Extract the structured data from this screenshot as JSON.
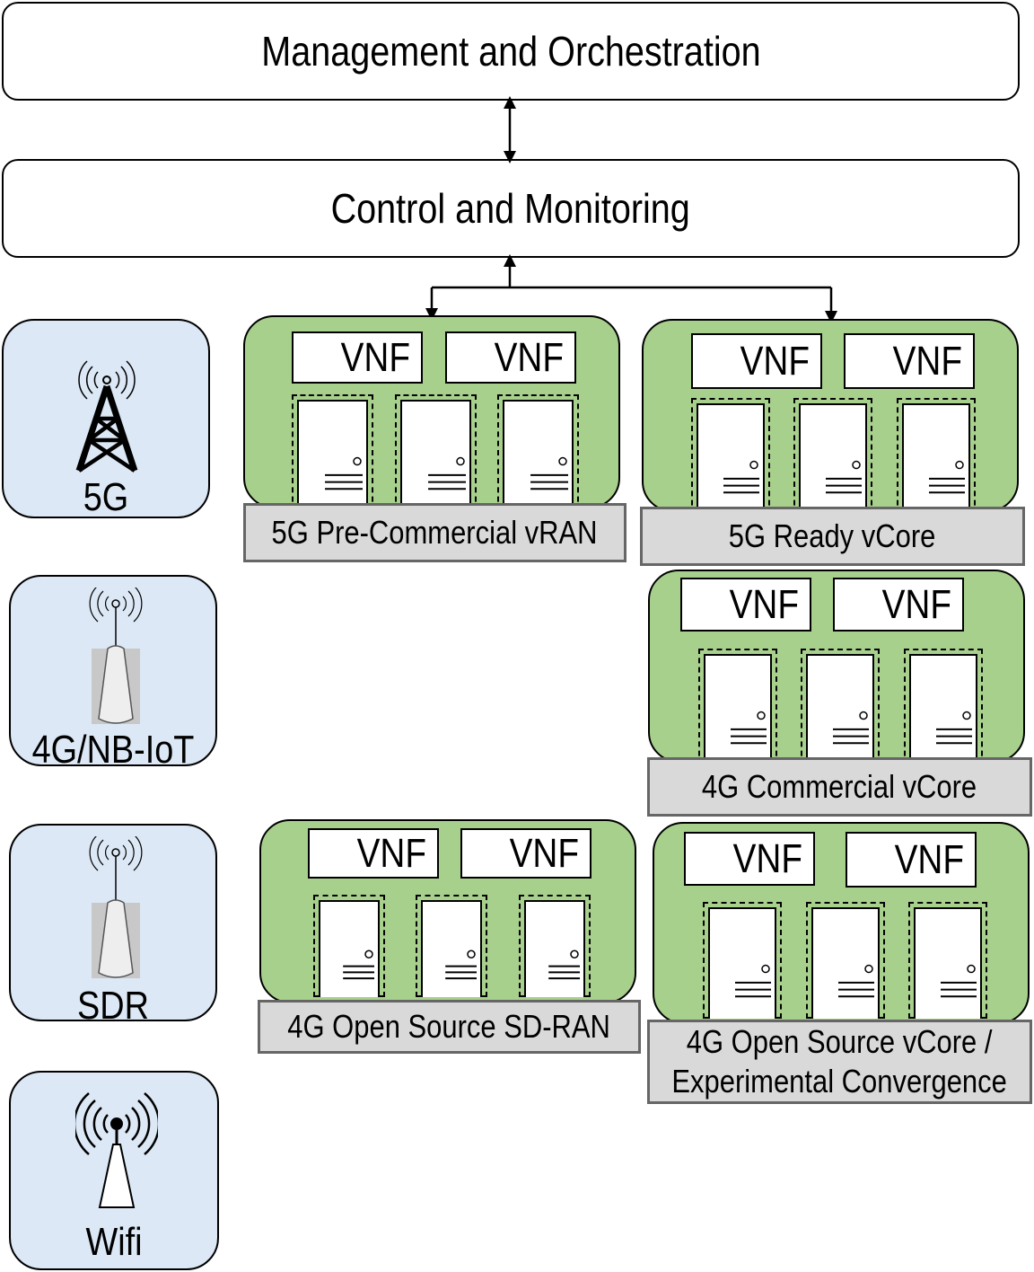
{
  "layers": {
    "management": "Management and Orchestration",
    "control": "Control and Monitoring"
  },
  "technologies": [
    {
      "id": "5g",
      "label": "5G",
      "icon": "cell-tower-icon"
    },
    {
      "id": "4g",
      "label": "4G/NB-IoT",
      "icon": "small-cell-antenna-icon"
    },
    {
      "id": "sdr",
      "label": "SDR",
      "icon": "small-cell-antenna-icon"
    },
    {
      "id": "wifi",
      "label": "Wifi",
      "icon": "wifi-access-point-icon"
    }
  ],
  "sites": [
    {
      "id": "5g-vran",
      "label_lines": [
        "5G Pre-Commercial vRAN"
      ],
      "vnfs": [
        "VNF",
        "VNF"
      ],
      "servers": 3,
      "server_icon": "server-icon"
    },
    {
      "id": "5g-vcore",
      "label_lines": [
        "5G Ready vCore"
      ],
      "vnfs": [
        "VNF",
        "VNF"
      ],
      "servers": 3,
      "server_icon": "server-icon"
    },
    {
      "id": "4g-vcore",
      "label_lines": [
        "4G Commercial vCore"
      ],
      "vnfs": [
        "VNF",
        "VNF"
      ],
      "servers": 3,
      "server_icon": "server-icon"
    },
    {
      "id": "4g-sdran",
      "label_lines": [
        "4G Open Source SD-RAN"
      ],
      "vnfs": [
        "VNF",
        "VNF"
      ],
      "servers": 3,
      "server_icon": "server-icon"
    },
    {
      "id": "4g-os-vcore",
      "label_lines": [
        "4G Open Source vCore /",
        "Experimental Convergence"
      ],
      "vnfs": [
        "VNF",
        "VNF"
      ],
      "servers": 3,
      "server_icon": "server-icon"
    }
  ],
  "colors": {
    "site_fill": "#a8d08d",
    "tech_fill": "#dce8f5",
    "plate_fill": "#d9d9d9",
    "plate_border": "#666666"
  }
}
